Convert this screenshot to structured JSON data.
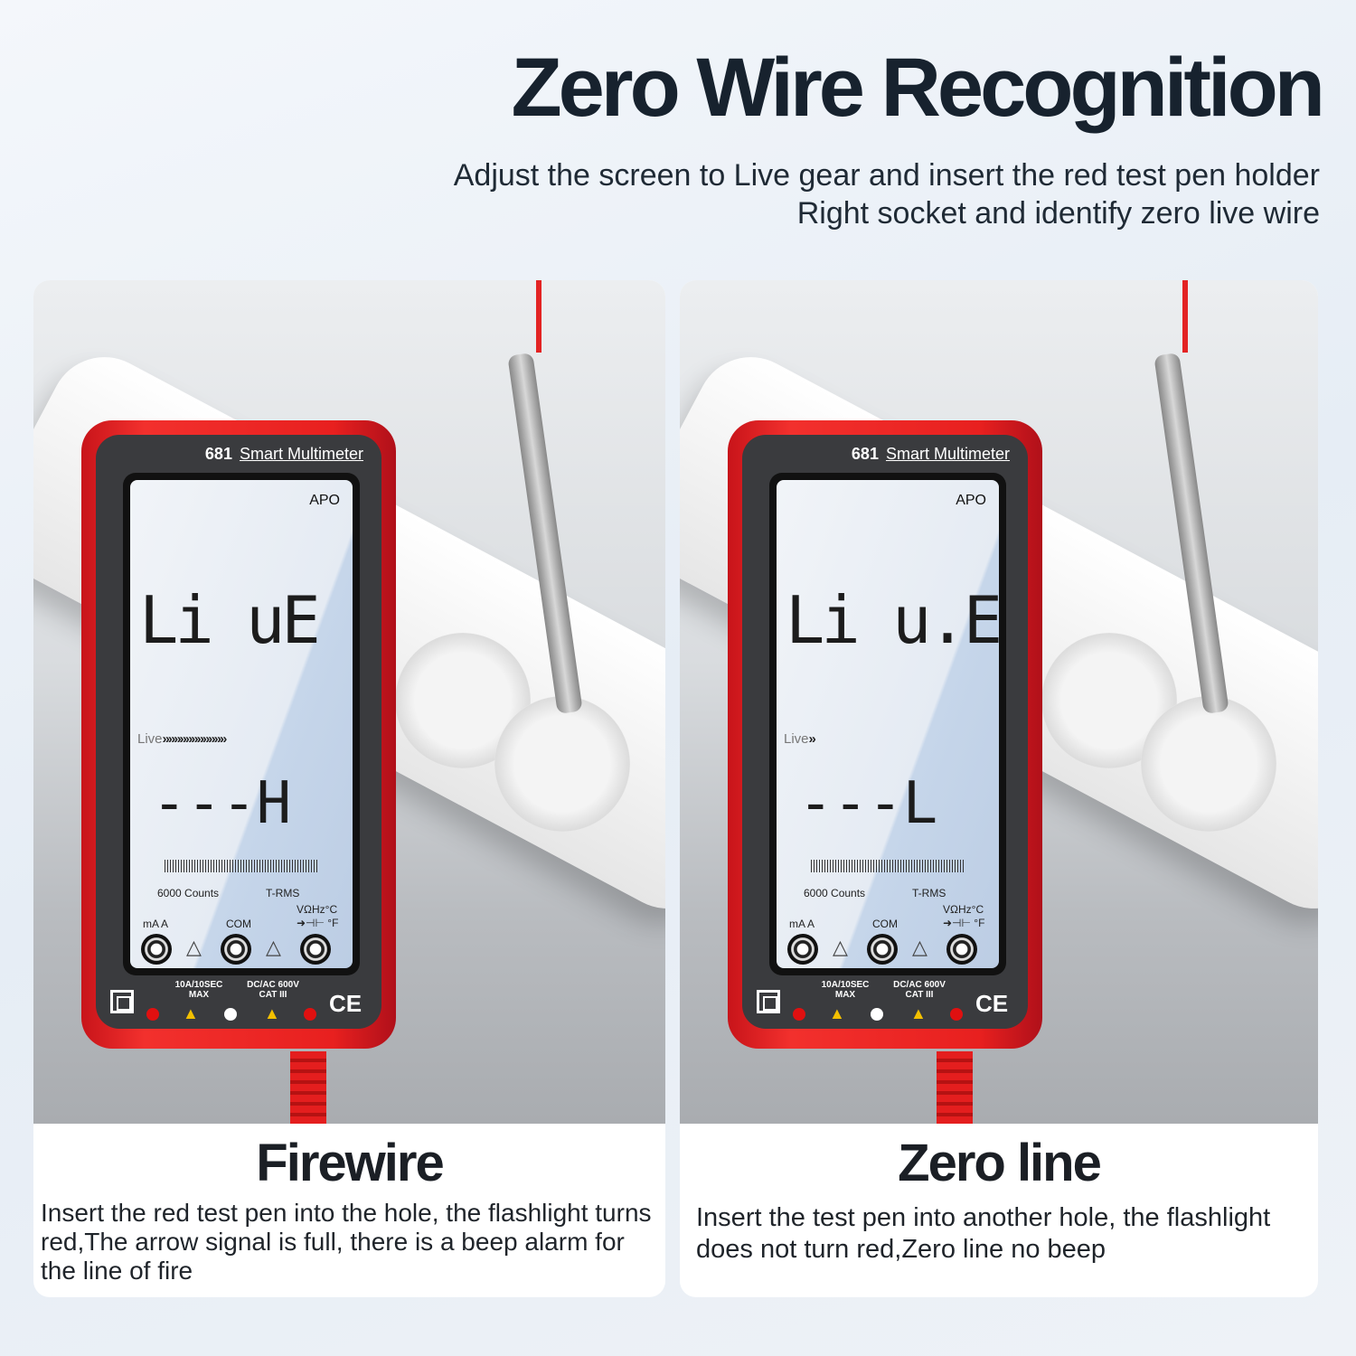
{
  "header": {
    "title": "Zero Wire Recognition",
    "subtitle_line1": "Adjust the screen to Live gear and insert the red test pen holder",
    "subtitle_line2": "Right socket and identify zero live wire"
  },
  "colors": {
    "meter_red": "#e8201f",
    "title": "#17222e",
    "lcd": "#e5ebf3"
  },
  "panels": [
    {
      "caption_title": "Firewire",
      "caption_text": "Insert the red test pen into the hole, the flashlight turns red,The arrow signal is full, there is a beep alarm for the line of fire",
      "meter": {
        "model": "681",
        "name": "Smart Multimeter",
        "apo": "APO",
        "main_reading": "Li uE",
        "live_label": "Live",
        "live_arrows": "»»»»»»»»»»»",
        "secondary_reading": "---H",
        "counts": "6000 Counts",
        "trms": "T-RMS",
        "jack_ma": "mA A",
        "jack_com": "COM",
        "jack_v": "VΩHz°C",
        "jack_v2": "➜⊣⊢ °F",
        "spec_left": "10A/10SEC MAX",
        "spec_right": "DC/AC 600V CAT III",
        "ce": "CE"
      }
    },
    {
      "caption_title": "Zero line",
      "caption_text": "Insert the test pen into another hole, the flashlight does not turn red,Zero line no beep",
      "meter": {
        "model": "681",
        "name": "Smart Multimeter",
        "apo": "APO",
        "main_reading": "Li u.E",
        "live_label": "Live",
        "live_arrows": "»",
        "secondary_reading": "---L",
        "counts": "6000 Counts",
        "trms": "T-RMS",
        "jack_ma": "mA A",
        "jack_com": "COM",
        "jack_v": "VΩHz°C",
        "jack_v2": "➜⊣⊢ °F",
        "spec_left": "10A/10SEC MAX",
        "spec_right": "DC/AC 600V CAT III",
        "ce": "CE"
      }
    }
  ]
}
